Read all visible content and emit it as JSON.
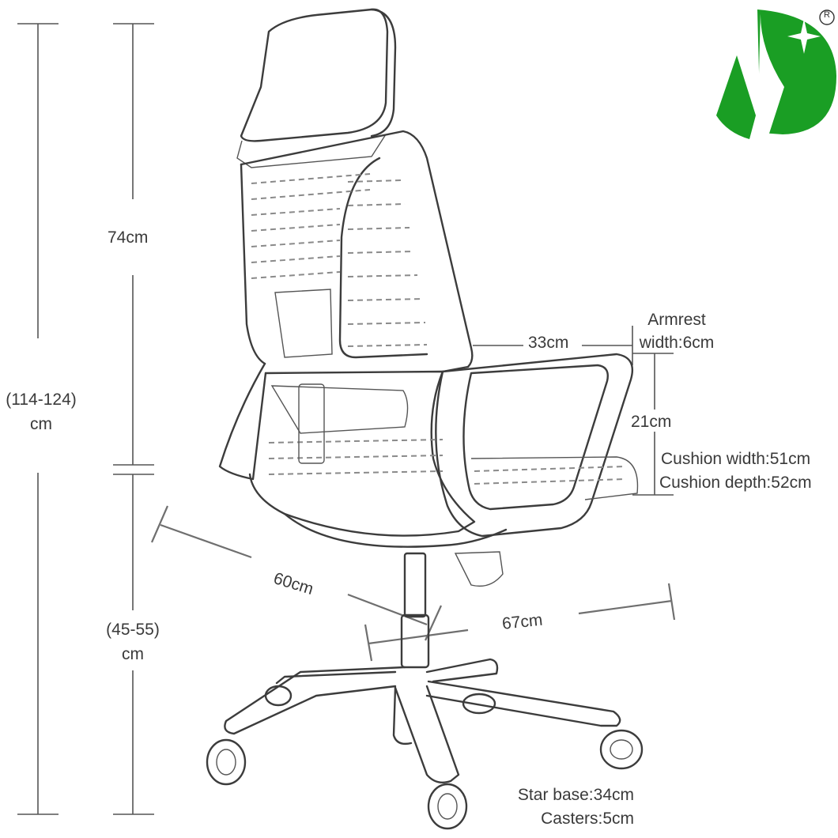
{
  "dimensions": {
    "total_height": {
      "line1": "(114-124)",
      "line2": "cm"
    },
    "back_height": "74cm",
    "seat_height": {
      "line1": "(45-55)",
      "line2": "cm"
    },
    "depth": "60cm",
    "width": "67cm",
    "armrest_length": "33cm",
    "armrest_width": {
      "line1": "Armrest",
      "line2": "width:6cm"
    },
    "armrest_height": "21cm",
    "cushion_width": "Cushion width:51cm",
    "cushion_depth": "Cushion depth:52cm",
    "star_base": "Star base:34cm",
    "casters": "Casters:5cm"
  },
  "logo": {
    "registered_mark": "R",
    "colors": {
      "green": "#1a9e24",
      "green_light": "#3cc23f"
    },
    "icon": "sparkle-icon"
  },
  "colors": {
    "line": "#3c3c3c",
    "dimension": "#555555",
    "mesh": "#8a8a8a"
  }
}
